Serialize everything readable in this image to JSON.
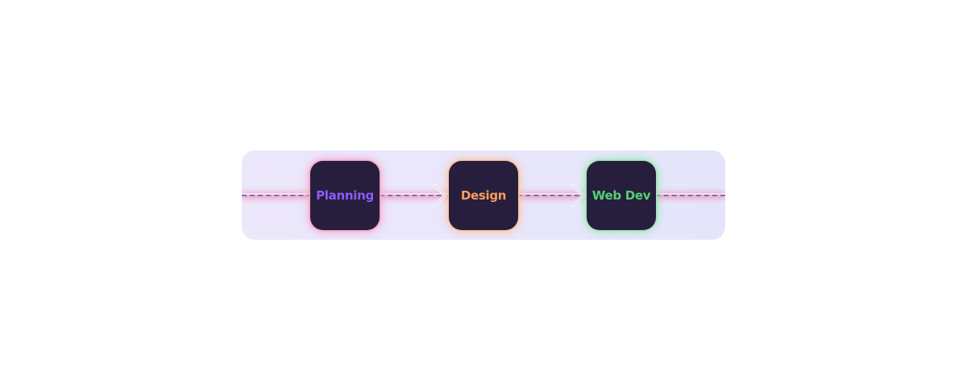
{
  "nodes": [
    {
      "label": "Planning",
      "color": "#8b5cf6",
      "glow": "#f2a4c7"
    },
    {
      "label": "Design",
      "color": "#f59e5b",
      "glow": "#f6c4a0"
    },
    {
      "label": "Web Dev",
      "color": "#52d273",
      "glow": "#9be6b3"
    }
  ],
  "connector_icon": "chevron-right-icon",
  "colors": {
    "panel": "#ebe7fb",
    "node_bg": "#271d3c",
    "dash": "#5b5fe8",
    "glow": "#f45a78"
  }
}
